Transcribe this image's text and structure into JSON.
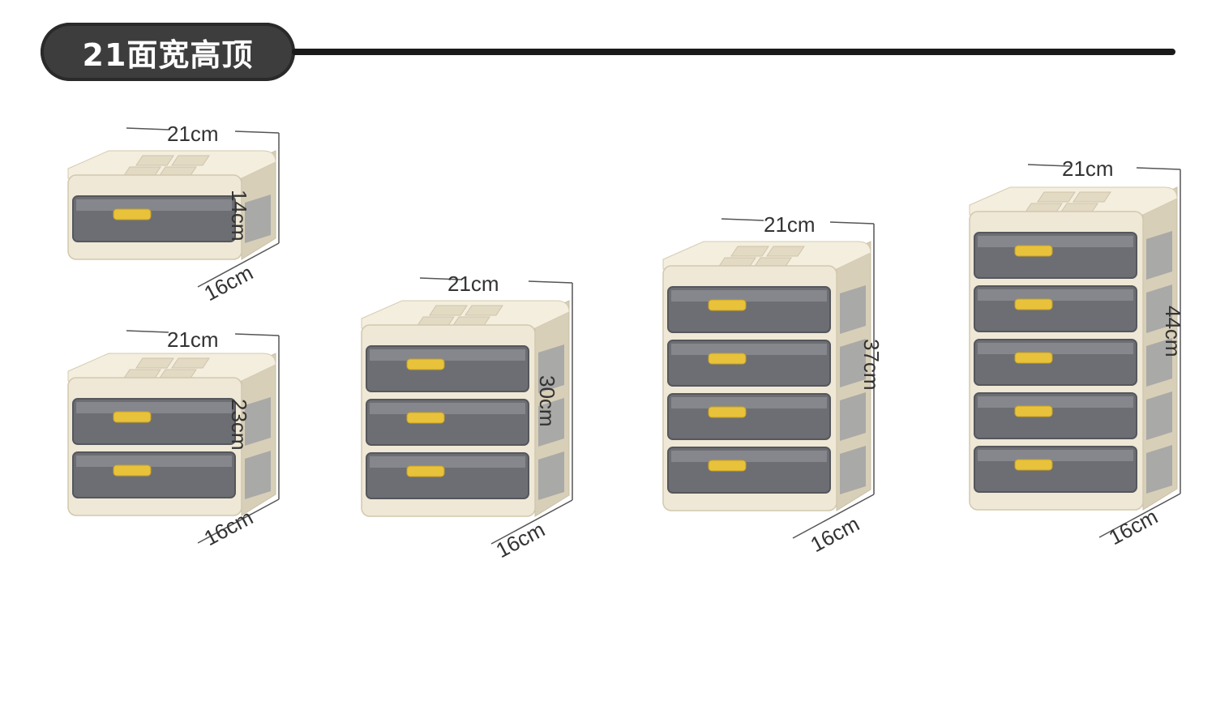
{
  "header": {
    "title": "21面宽高顶"
  },
  "colors": {
    "body": "#efe8d6",
    "body_edge": "#d8cfb8",
    "drawer": "#6c6e74",
    "drawer_light": "#9a9ca2",
    "handle": "#e8c23a",
    "dim_line": "#555555"
  },
  "products": [
    {
      "drawers": 1,
      "width_label": "21cm",
      "height_label": "14cm",
      "depth_label": "16cm"
    },
    {
      "drawers": 2,
      "width_label": "21cm",
      "height_label": "23cm",
      "depth_label": "16cm"
    },
    {
      "drawers": 3,
      "width_label": "21cm",
      "height_label": "30cm",
      "depth_label": "16cm"
    },
    {
      "drawers": 4,
      "width_label": "21cm",
      "height_label": "37cm",
      "depth_label": "16cm"
    },
    {
      "drawers": 5,
      "width_label": "21cm",
      "height_label": "44cm",
      "depth_label": "16cm"
    }
  ]
}
